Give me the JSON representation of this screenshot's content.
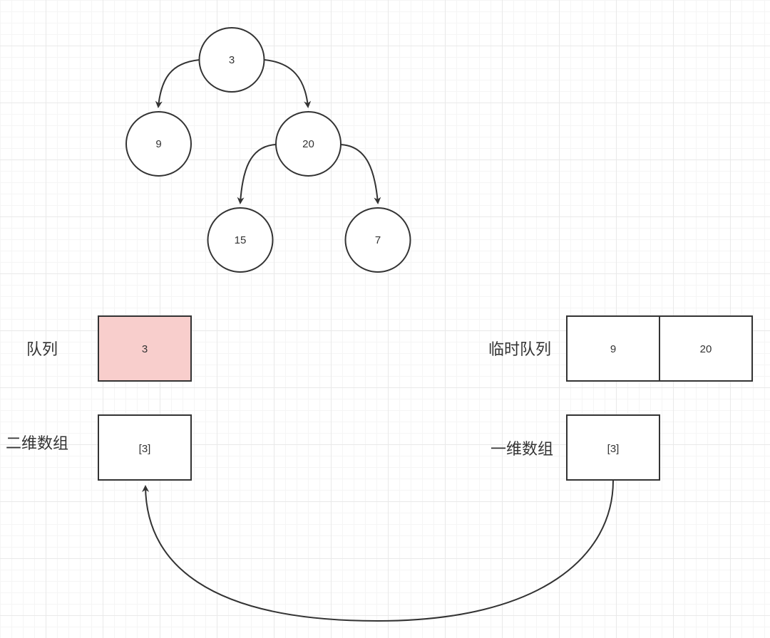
{
  "tree": {
    "nodes": [
      {
        "id": "n3",
        "value": "3"
      },
      {
        "id": "n9",
        "value": "9"
      },
      {
        "id": "n20",
        "value": "20"
      },
      {
        "id": "n15",
        "value": "15"
      },
      {
        "id": "n7",
        "value": "7"
      }
    ],
    "edges": [
      {
        "from": "n3",
        "to": "n9"
      },
      {
        "from": "n3",
        "to": "n20"
      },
      {
        "from": "n20",
        "to": "n15"
      },
      {
        "from": "n20",
        "to": "n7"
      }
    ]
  },
  "queue": {
    "label": "队列",
    "cells": [
      "3"
    ],
    "highlight_color": "#f8cecc"
  },
  "temp_queue": {
    "label": "临时队列",
    "cells": [
      "9",
      "20"
    ]
  },
  "result_2d": {
    "label": "二维数组",
    "cell": "[3]"
  },
  "result_1d": {
    "label": "一维数组",
    "cell": "[3]"
  },
  "colors": {
    "stroke": "#333333",
    "background": "#ffffff",
    "grid": "#e9e9e9"
  }
}
